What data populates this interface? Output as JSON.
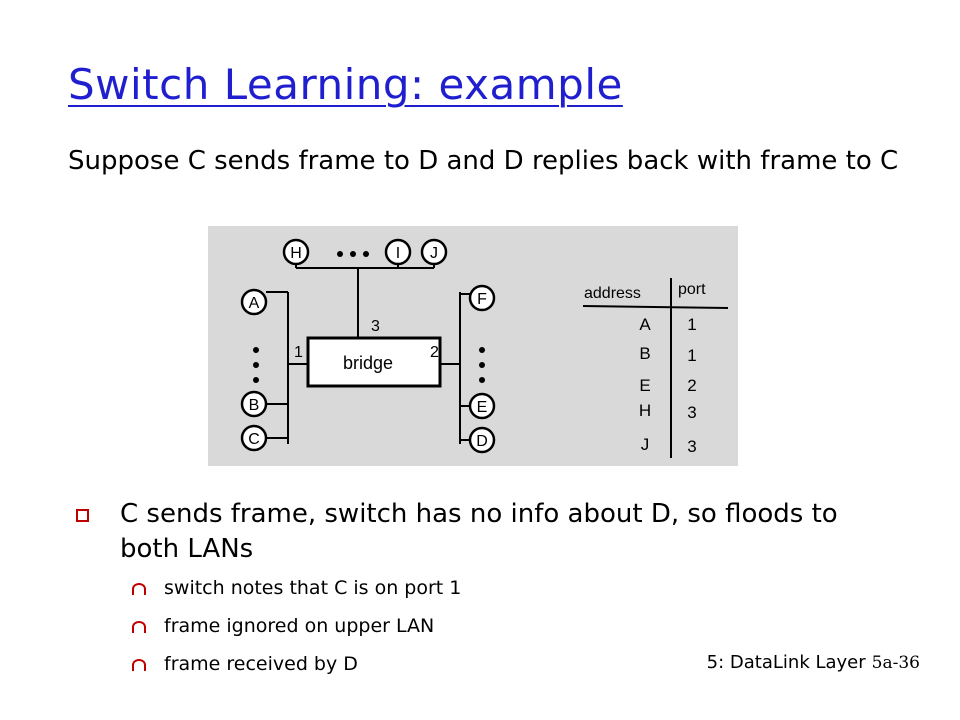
{
  "slide": {
    "title": "Switch Learning: example",
    "intro": "Suppose C sends frame to D and D replies back with frame to C",
    "footer_section": "5: DataLink Layer",
    "footer_page": "5a-36"
  },
  "diagram": {
    "hosts": [
      "H",
      "I",
      "J",
      "A",
      "B",
      "C",
      "F",
      "E",
      "D"
    ],
    "bridge_label": "bridge",
    "ports": [
      "1",
      "2",
      "3"
    ],
    "table": {
      "headers": [
        "address",
        "port"
      ],
      "rows": [
        {
          "address": "A",
          "port": "1"
        },
        {
          "address": "B",
          "port": "1"
        },
        {
          "address": "E",
          "port": "2"
        },
        {
          "address": "H",
          "port": "3"
        },
        {
          "address": "J",
          "port": "3"
        }
      ]
    }
  },
  "bullets": {
    "main": "C sends frame, switch has no info about D, so floods to both LANs",
    "sub": [
      "switch notes that C is on port 1",
      "frame ignored on upper LAN",
      "frame received by D"
    ]
  },
  "colors": {
    "title": "#1f1fcf",
    "bullet_marks": "#c00000",
    "diagram_background": "#d9d9d9"
  }
}
